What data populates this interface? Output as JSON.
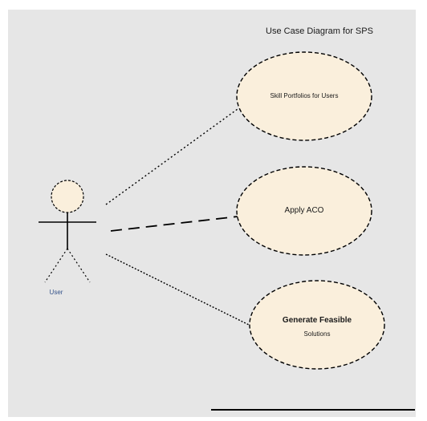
{
  "diagram": {
    "title": "Use Case Diagram for SPS",
    "actor": {
      "label": "User"
    },
    "use_cases": [
      {
        "label": "Skill Portfolios for Users"
      },
      {
        "label": "Apply ACO"
      },
      {
        "label_line1": "Generate Feasible",
        "label_line2": "Solutions"
      }
    ]
  },
  "colors": {
    "canvas": "#e6e6e6",
    "use_case_fill": "#faefdc",
    "actor_head_fill": "#faefdc",
    "stroke": "#000000",
    "actor_label": "#35538a"
  }
}
